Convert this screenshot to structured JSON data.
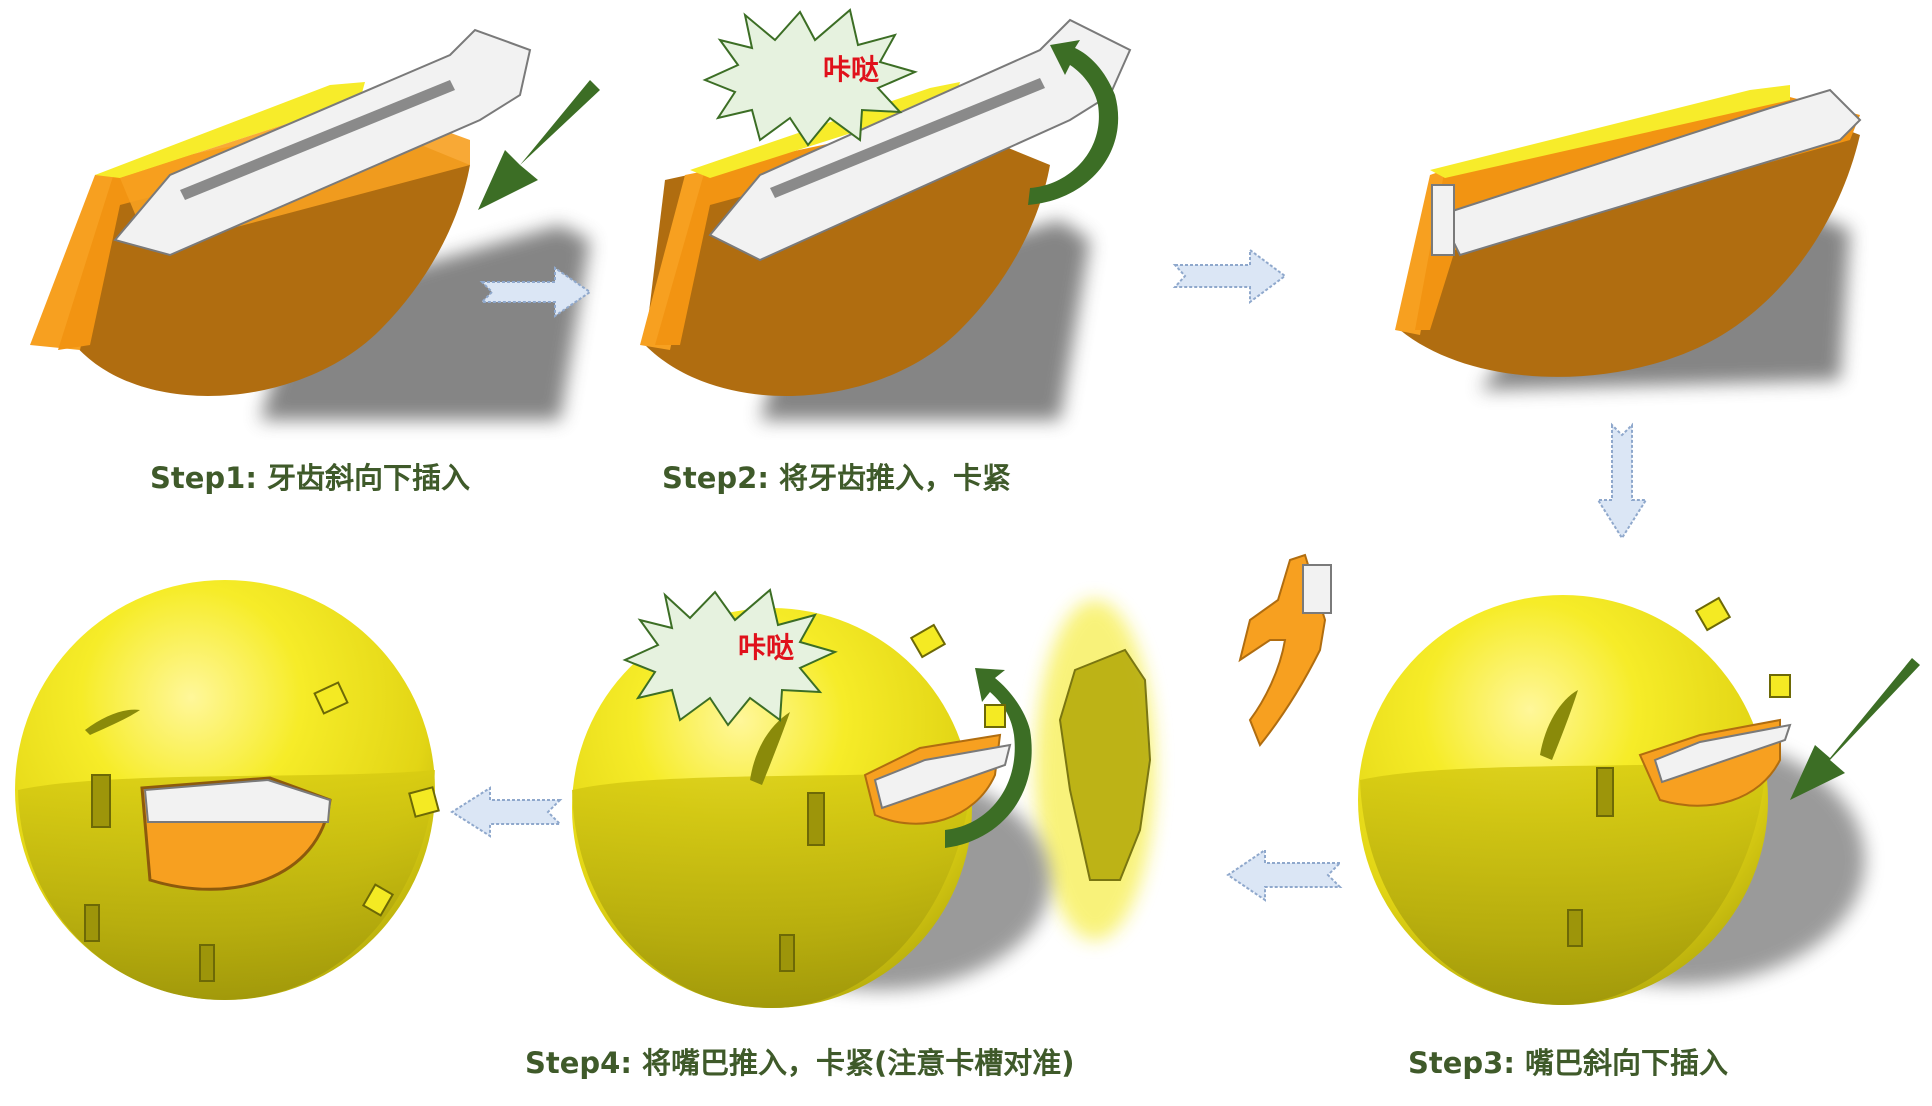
{
  "steps": [
    {
      "id": "step1",
      "label": "Step1: 牙齿斜向下插入"
    },
    {
      "id": "step2",
      "label": "Step2: 将牙齿推入，卡紧"
    },
    {
      "id": "step3",
      "label": "Step3: 嘴巴斜向下插入"
    },
    {
      "id": "step4",
      "label": "Step4: 将嘴巴推入，卡紧(注意卡槽对准)"
    }
  ],
  "click_sound": "咔哒",
  "colors": {
    "part_orange": "#f7a020",
    "part_brown": "#b06d10",
    "part_yellow_light": "#f7ec2a",
    "sphere_yellow": "#f4ea23",
    "sphere_shadow": "#b9b00e",
    "tooth_white": "#f2f2f2",
    "arrow_green": "#3c6e25",
    "flow_arrow": "#dbe6f5",
    "flow_arrow_border": "#8fa8cc",
    "burst_fill": "#e6f2df",
    "click_text": "#e0111b",
    "caption_text": "#3f5a2a"
  }
}
